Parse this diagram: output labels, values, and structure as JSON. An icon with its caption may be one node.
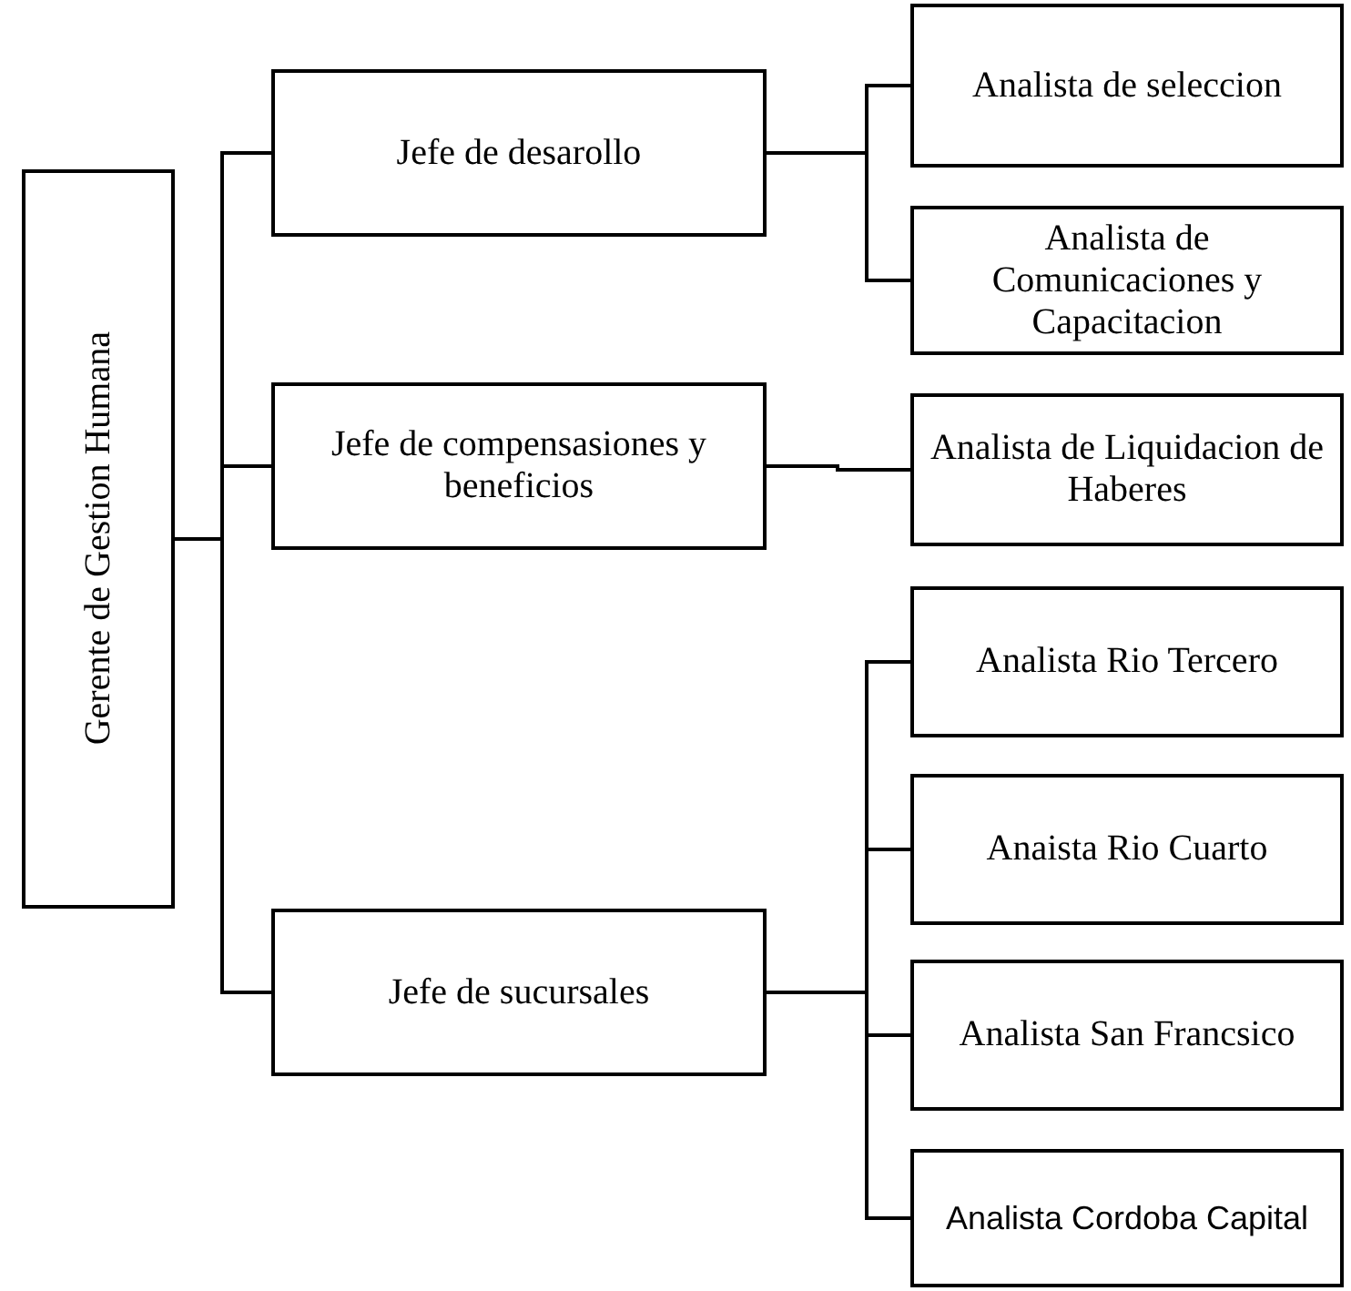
{
  "diagram": {
    "nodes": [
      {
        "text": [
          "Gerente de Gestion Humana"
        ]
      },
      {
        "text": [
          "Jefe de desarollo"
        ]
      },
      {
        "text": [
          "Analista de seleccion"
        ]
      },
      {
        "text": [
          "Analista de Comunicaciones y Capacitacion"
        ]
      },
      {
        "text": [
          "Jefe de compensasiones y beneficios"
        ]
      },
      {
        "text": [
          "Analista de Liquidacion de Haberes"
        ]
      },
      {
        "text": [
          "Jefe de sucursales"
        ]
      },
      {
        "text": [
          "Analista Rio Tercero"
        ]
      },
      {
        "text": [
          "Anaista Rio Cuarto"
        ]
      },
      {
        "text": [
          "Analista San Francsico"
        ]
      },
      {
        "text": [
          "Analista Cordoba Capital"
        ]
      }
    ],
    "edges": [
      {
        "from": 0,
        "to": 1,
        "arrow": "none"
      },
      {
        "from": 0,
        "to": 4,
        "arrow": "none"
      },
      {
        "from": 0,
        "to": 6,
        "arrow": "none"
      },
      {
        "from": 1,
        "to": 2,
        "arrow": "none"
      },
      {
        "from": 1,
        "to": 3,
        "arrow": "none"
      },
      {
        "from": 4,
        "to": 5,
        "arrow": "none"
      },
      {
        "from": 6,
        "to": 7,
        "arrow": "none"
      },
      {
        "from": 6,
        "to": 8,
        "arrow": "none"
      },
      {
        "from": 6,
        "to": 9,
        "arrow": "none"
      },
      {
        "from": 6,
        "to": 10,
        "arrow": "none"
      }
    ]
  }
}
